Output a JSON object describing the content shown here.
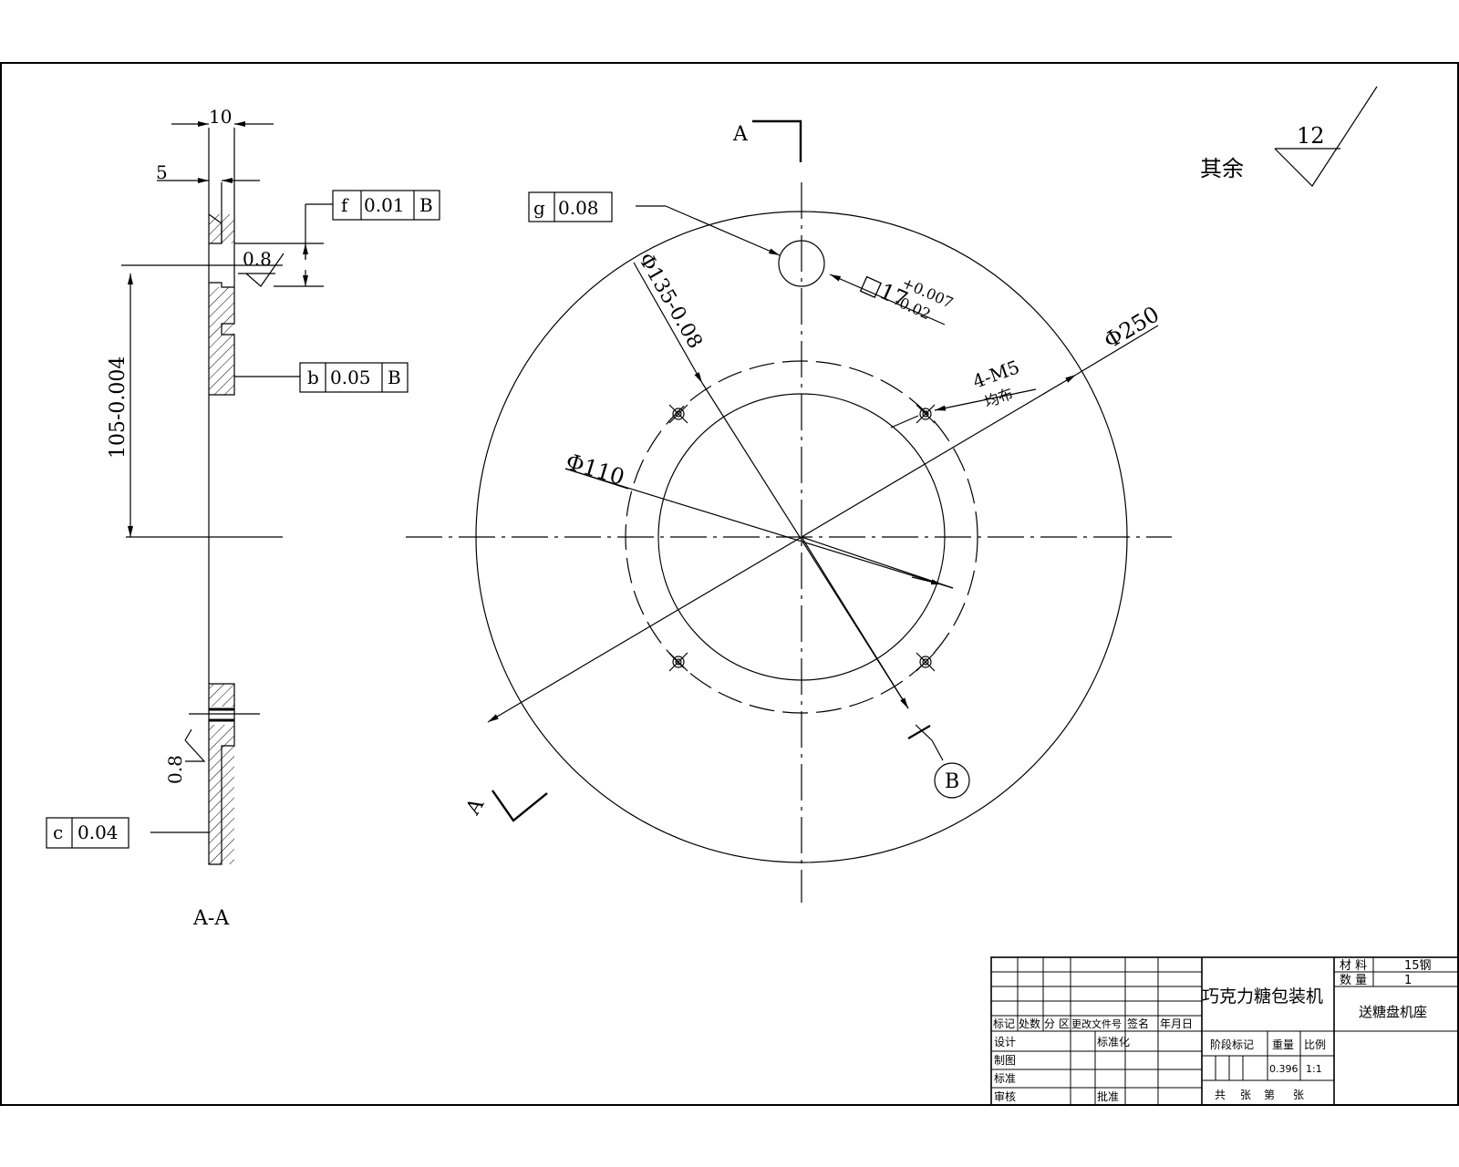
{
  "section_label": "A",
  "section_title": "A-A",
  "surface_finish": {
    "rest_label": "其余",
    "rest_value": "12",
    "local_value": "0.8"
  },
  "side_view": {
    "dim_width": "10",
    "dim_step": "5",
    "dim_height": "105-0.004",
    "tol_f": {
      "symbol": "f",
      "value": "0.01",
      "datum": "B"
    },
    "tol_b": {
      "symbol": "b",
      "value": "0.05",
      "datum": "B"
    },
    "tol_c": {
      "symbol": "c",
      "value": "0.04"
    }
  },
  "front_view": {
    "tol_g": {
      "symbol": "g",
      "value": "0.08"
    },
    "hole_square": "□17",
    "hole_tol_upper": "+0.007",
    "hole_tol_lower": "-0.02",
    "dim_pcd": "Φ135-0.08",
    "dim_outer": "Φ250",
    "dim_inner": "Φ110",
    "thread_spec": "4-M5",
    "thread_note": "均布",
    "datum_label": "B"
  },
  "title_block": {
    "machine_name": "巧克力糖包装机",
    "material_label": "材 料",
    "material_value": "15钢",
    "quantity_label": "数 量",
    "quantity_value": "1",
    "part_name": "送糖盘机座",
    "rev_headers": [
      "标记",
      "处数",
      "分 区",
      "更改文件号",
      "签名",
      "年月日"
    ],
    "role_design": "设计",
    "role_standardize": "标准化",
    "role_drafting": "制图",
    "role_check": "标准",
    "role_process": "审核",
    "role_approve": "批准",
    "stage_label": "阶段标记",
    "weight_label": "重量",
    "scale_label": "比例",
    "weight_value": "0.396",
    "scale_value": "1:1",
    "sheet_total_label": "共",
    "sheet_unit": "张",
    "sheet_no_label": "第"
  }
}
